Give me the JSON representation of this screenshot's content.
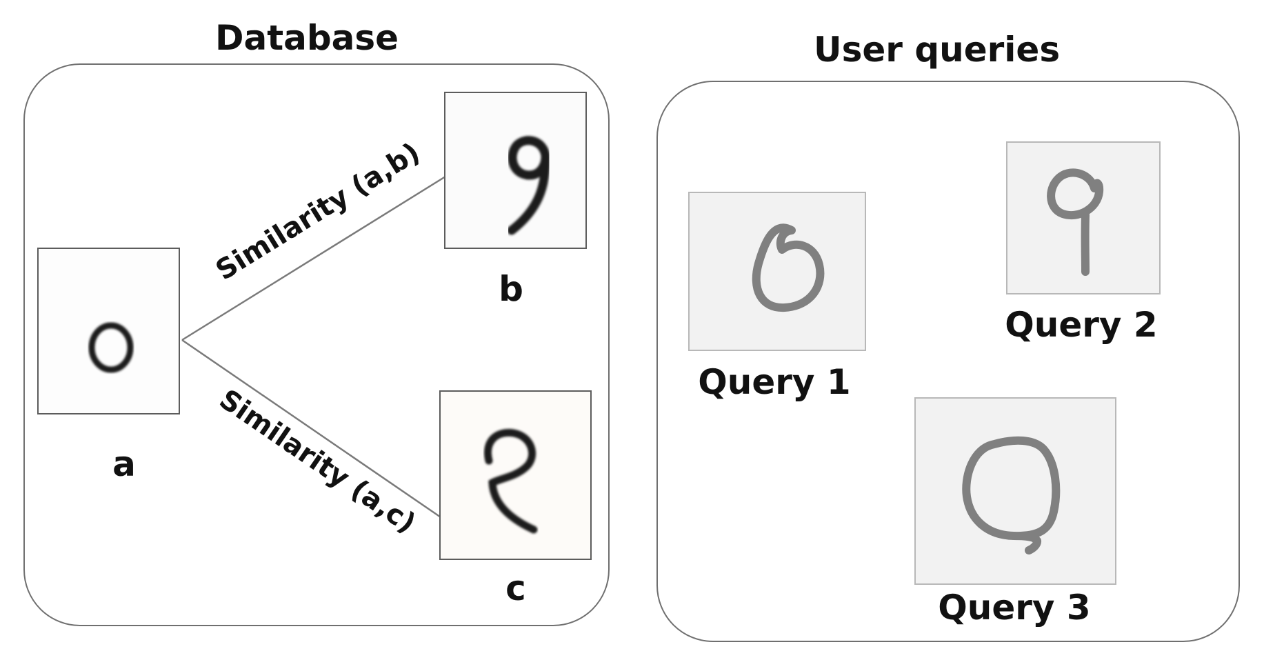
{
  "database": {
    "title": "Database",
    "images": {
      "a": {
        "label": "a",
        "digit": "0"
      },
      "b": {
        "label": "b",
        "digit": "9"
      },
      "c": {
        "label": "c",
        "digit": "2"
      }
    },
    "edges": {
      "ab": "Similarity (a,b)",
      "ac": "Similarity (a,c)"
    }
  },
  "queries": {
    "title": "User queries",
    "items": [
      {
        "label": "Query 1",
        "digit": "6"
      },
      {
        "label": "Query 2",
        "digit": "9"
      },
      {
        "label": "Query 3",
        "digit": "0"
      }
    ]
  },
  "colors": {
    "ink": "#111111",
    "panel_border": "#6f6f6f",
    "query_bg": "#f2f2f2",
    "query_stroke": "#808080"
  }
}
